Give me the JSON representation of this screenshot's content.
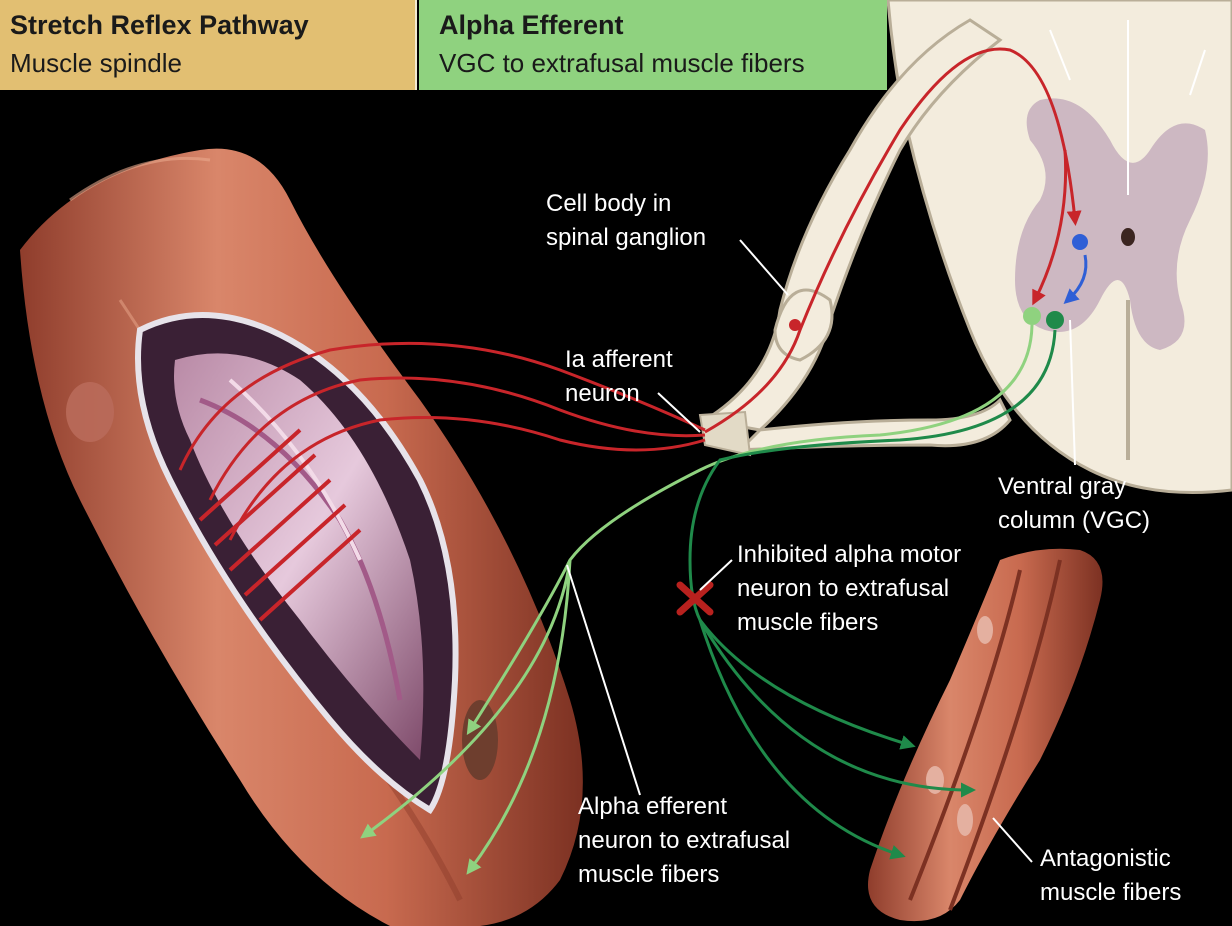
{
  "headers": {
    "stretch": {
      "title": "Stretch Reflex Pathway",
      "subtitle": "Muscle spindle"
    },
    "alpha": {
      "title": "Alpha Efferent",
      "subtitle": "VGC to extrafusal muscle fibers"
    }
  },
  "labels": {
    "cell_body": "Cell body in\nspinal ganglion",
    "ia_afferent": "Ia afferent\nneuron",
    "ventral_gray": "Ventral gray\ncolumn (VGC)",
    "inhibited": "Inhibited alpha motor\nneuron to extrafusal\nmuscle fibers",
    "alpha_efferent": "Alpha efferent\nneuron to extrafusal\nmuscle fibers",
    "antagonistic": "Antagonistic\nmuscle fibers"
  },
  "colors": {
    "afferent_red": "#c8252a",
    "efferent_light_green": "#8fd27f",
    "efferent_dark_green": "#1f8a4a",
    "interneuron_blue": "#2f5fd6",
    "muscle": "#c86a4f",
    "spinal_cord": "#f3ecdd",
    "gray_matter": "#cdb8c2",
    "header_stretch": "#e2bf72",
    "header_alpha": "#8fd27f"
  }
}
